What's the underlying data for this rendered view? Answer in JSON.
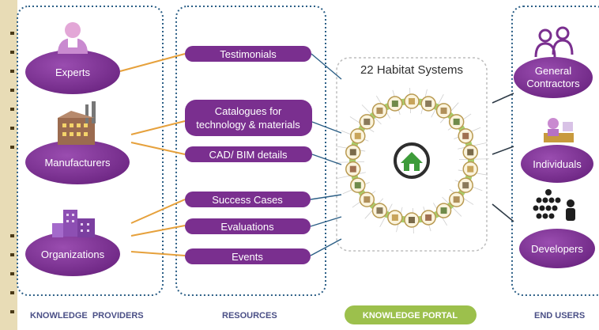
{
  "portal": {
    "title": "22 Habitat Systems",
    "home": "home-icon"
  },
  "providers": [
    {
      "label": "Experts",
      "icon": "person-icon"
    },
    {
      "label": "Manufacturers",
      "icon": "factory-icon"
    },
    {
      "label": "Organizations",
      "icon": "buildings-icon"
    }
  ],
  "resources": [
    {
      "lines": [
        "Testimonials"
      ]
    },
    {
      "lines": [
        "Catalogues for",
        "technology & materials"
      ]
    },
    {
      "lines": [
        "CAD/ BIM details"
      ]
    },
    {
      "lines": [
        "Success Cases"
      ]
    },
    {
      "lines": [
        "Evaluations"
      ]
    },
    {
      "lines": [
        "Events"
      ]
    }
  ],
  "users": [
    {
      "lines": [
        "General",
        "Contractors"
      ],
      "icon": "people-icon"
    },
    {
      "lines": [
        "Individuals"
      ],
      "icon": "person-at-desk-icon"
    },
    {
      "lines": [
        "Developers"
      ],
      "icon": "audience-icon"
    }
  ],
  "columns": {
    "providers": "KNOWLEDGE  PROVIDERS",
    "resources": "RESOURCES",
    "portal": "KNOWLEDGE PORTAL",
    "users": "END USERS"
  },
  "colors": {
    "purple": "#7a2f8f",
    "caption": "#4a4f86",
    "dash": "#2c5f86",
    "connector": "#e6a13c",
    "portal_green": "#9cc04c",
    "ring": "#a9cd6a"
  }
}
